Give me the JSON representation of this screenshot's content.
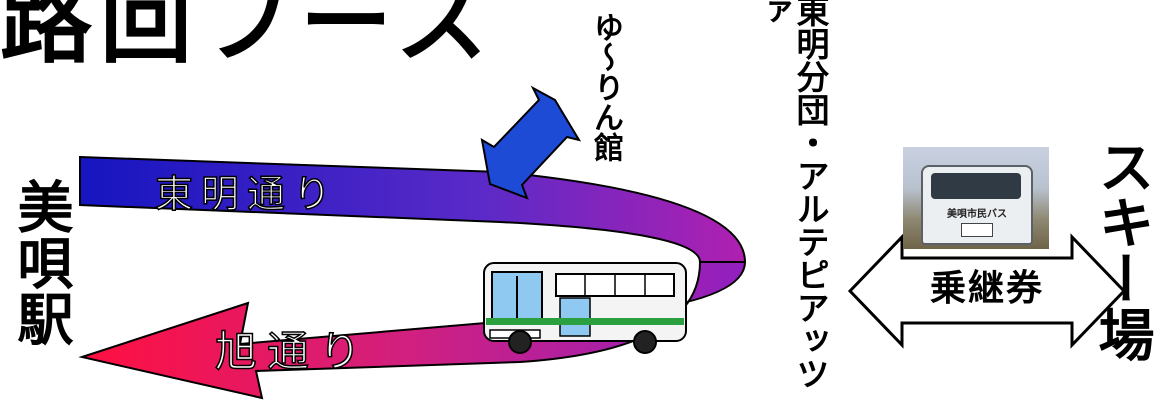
{
  "title": "路回フース",
  "station": "美唄駅",
  "roads": {
    "upper": "東明通り",
    "lower": "旭通り"
  },
  "facility": "ゆ〜りん館",
  "stop": "東明分団・アルテピアッツァ",
  "photo": {
    "bus_text": "美唄市民バス"
  },
  "ticket": "乗継券",
  "destination": "スキー場",
  "colors": {
    "upper_start": "#2020c8",
    "upper_end": "#a020a0",
    "lower_start": "#e0205a",
    "lower_end": "#9020c0",
    "link_arrow": "#1e4bd6"
  }
}
